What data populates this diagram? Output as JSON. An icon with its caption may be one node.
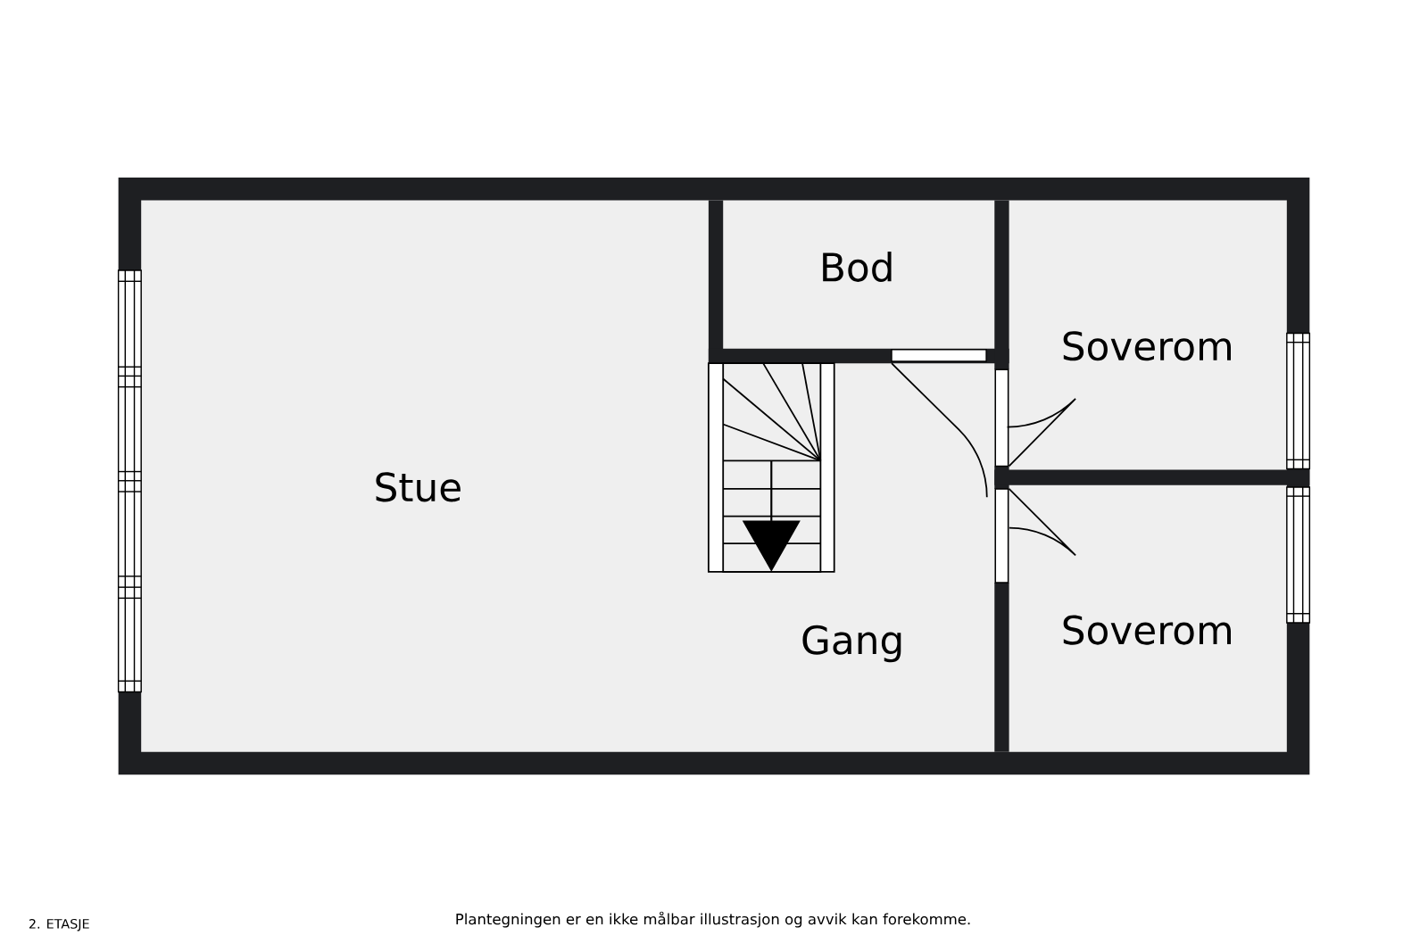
{
  "diagram": {
    "labels": [
      "Bod",
      "Soverom",
      "Stue",
      "Soverom",
      "Gang",
      "Plantegningen er en ikke målbar illustrasjon og avvik kan forekomme.",
      "2. ETASJE"
    ]
  }
}
